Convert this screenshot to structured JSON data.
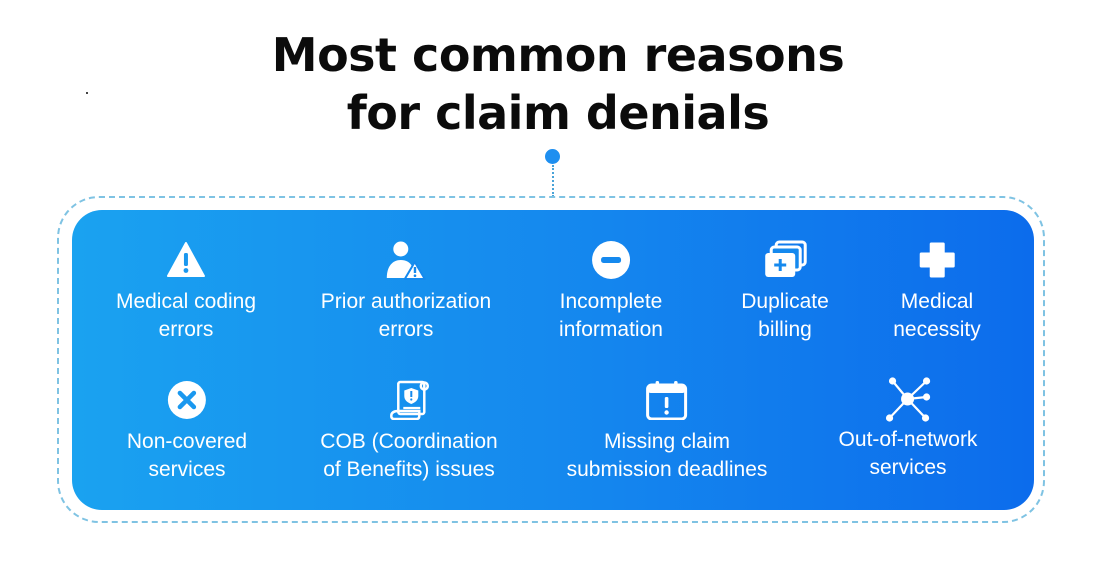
{
  "title": {
    "line1": "Most common reasons",
    "line2": "for claim denials"
  },
  "colors": {
    "panel_start": "#1aa2f0",
    "panel_end": "#0c6cec",
    "accent_dot": "#1e8ff0",
    "text": "#ffffff"
  },
  "reasons": [
    {
      "icon": "warning-triangle-icon",
      "line1": "Medical coding",
      "line2": "errors"
    },
    {
      "icon": "user-warning-icon",
      "line1": "Prior authorization",
      "line2": "errors"
    },
    {
      "icon": "minus-circle-icon",
      "line1": "Incomplete",
      "line2": "information"
    },
    {
      "icon": "duplicate-cards-icon",
      "line1": "Duplicate",
      "line2": "billing"
    },
    {
      "icon": "medical-cross-icon",
      "line1": "Medical",
      "line2": "necessity"
    },
    {
      "icon": "x-circle-icon",
      "line1": "Non-covered",
      "line2": "services"
    },
    {
      "icon": "document-shield-icon",
      "line1": "COB (Coordination",
      "line2": "of Benefits) issues"
    },
    {
      "icon": "calendar-alert-icon",
      "line1": "Missing claim",
      "line2": "submission deadlines"
    },
    {
      "icon": "network-nodes-icon",
      "line1": "Out-of-network",
      "line2": "services"
    }
  ]
}
